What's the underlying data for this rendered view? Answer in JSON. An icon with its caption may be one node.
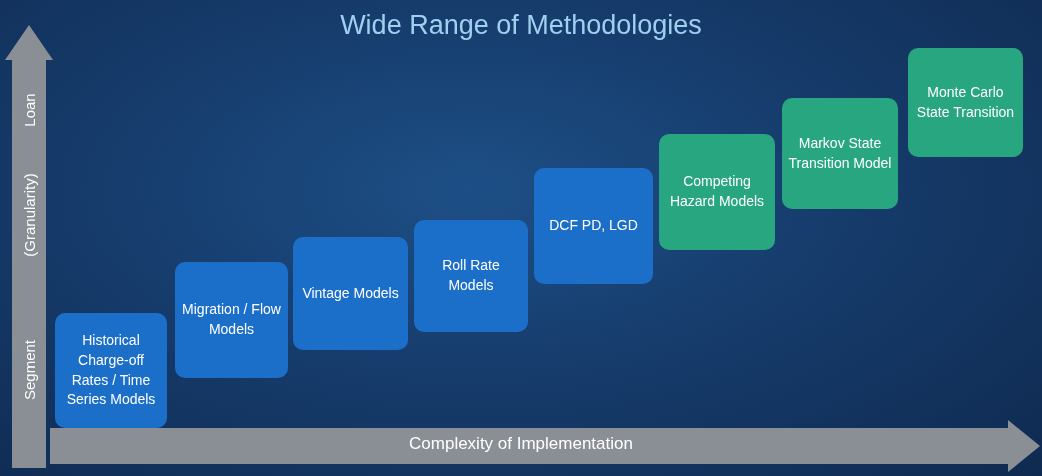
{
  "diagram": {
    "title": "Wide Range of Methodologies",
    "nodes": [
      {
        "text": [
          "Historical Charge-off Rates / Time Series Models"
        ]
      },
      {
        "text": [
          "Migration / Flow Models"
        ]
      },
      {
        "text": [
          "Vintage Models"
        ]
      },
      {
        "text": [
          "Roll Rate Models"
        ]
      },
      {
        "text": [
          "DCF PD, LGD"
        ]
      },
      {
        "text": [
          "Competing Hazard Models"
        ]
      },
      {
        "text": [
          "Markov State Transition Model"
        ]
      },
      {
        "text": [
          "Monte Carlo State Transition"
        ]
      }
    ],
    "edges": [],
    "labels": [
      "Loan",
      "(Granularity)",
      "Segment",
      "Complexity of Implementation"
    ]
  }
}
